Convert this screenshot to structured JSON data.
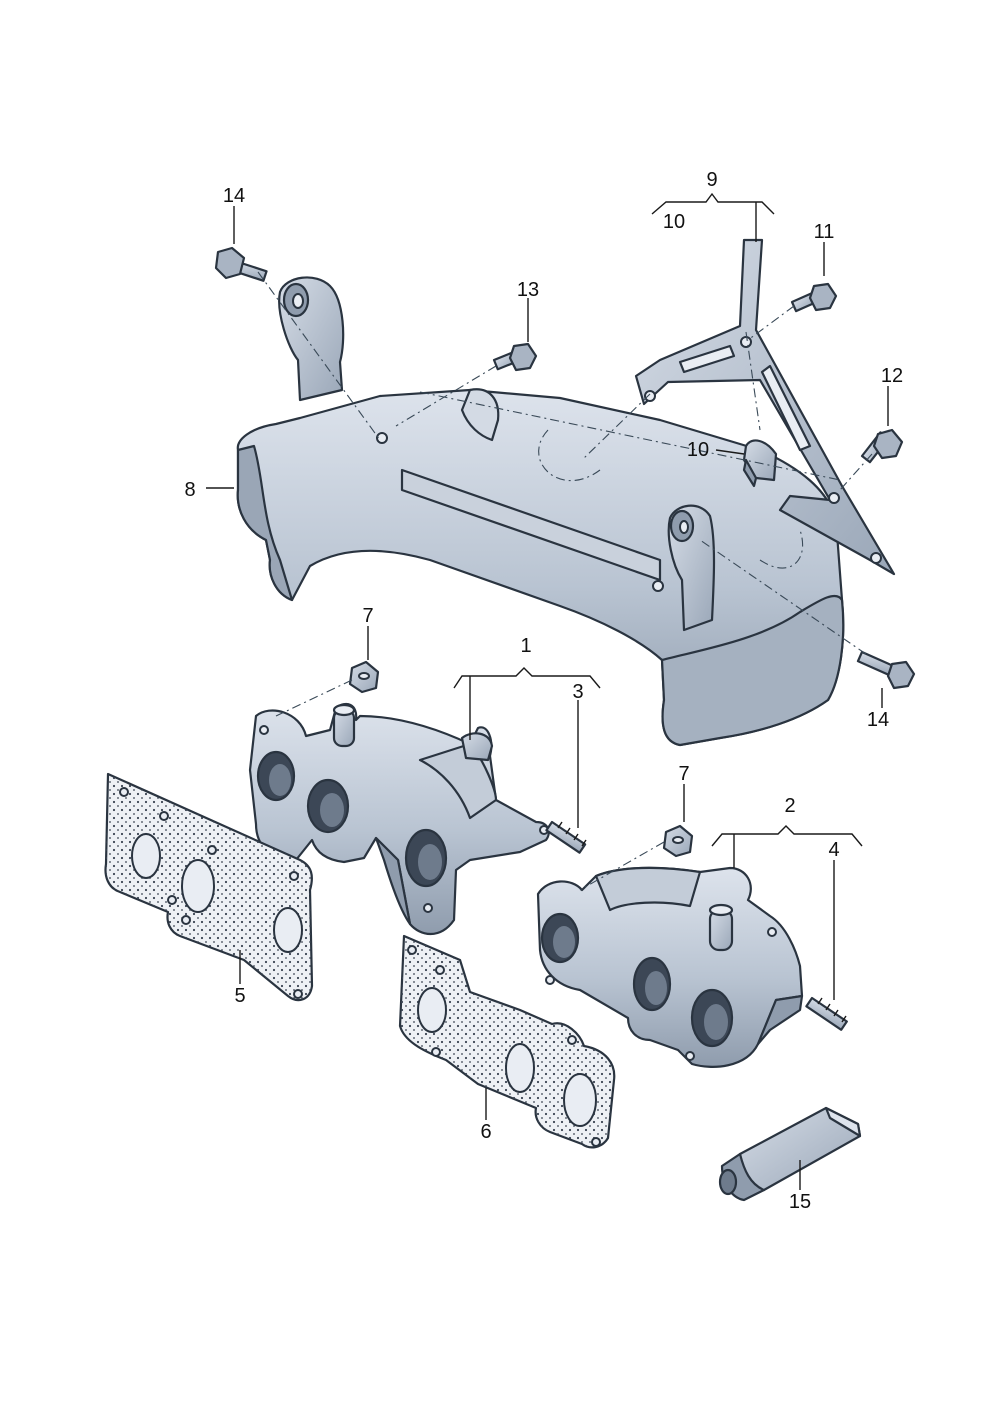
{
  "colors": {
    "part_fill": "#b9c4d2",
    "part_shade": "#8f9cad",
    "part_light": "#dde3ec",
    "outline": "#2a3440",
    "gasket_fill": "#eef1f5",
    "gasket_dot": "#3a4452"
  },
  "callouts": {
    "c1": "1",
    "c2": "2",
    "c3": "3",
    "c4": "4",
    "c5": "5",
    "c6": "6",
    "c7a": "7",
    "c7b": "7",
    "c8": "8",
    "c9": "9",
    "c10a": "10",
    "c10b": "10",
    "c11": "11",
    "c12": "12",
    "c13": "13",
    "c14a": "14",
    "c14b": "14",
    "c15": "15"
  }
}
